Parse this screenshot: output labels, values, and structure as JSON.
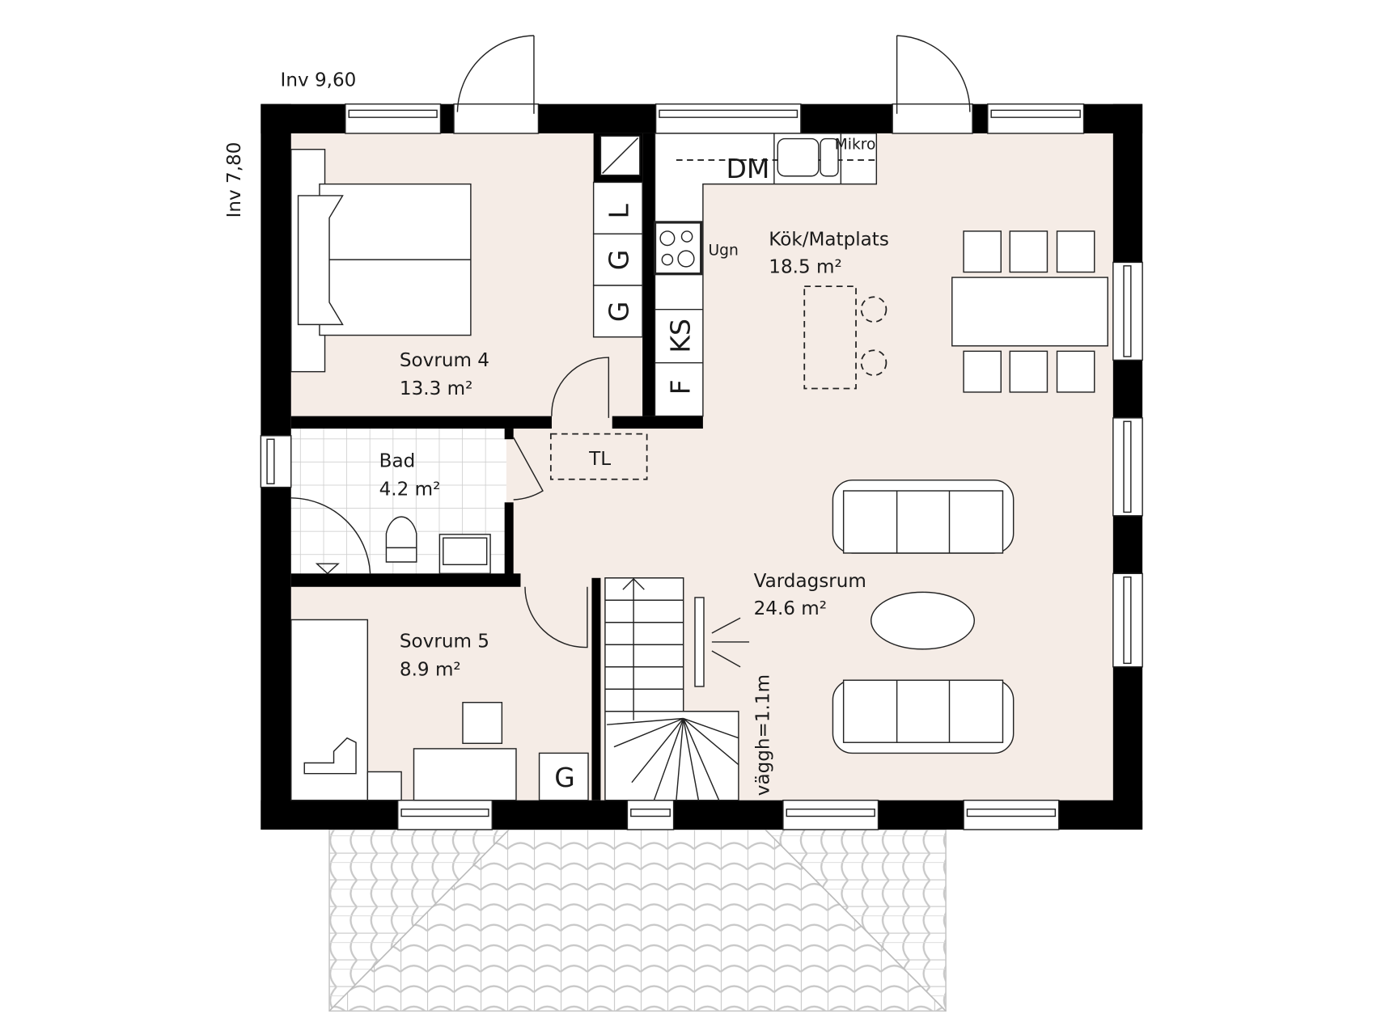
{
  "plan": {
    "levels": {
      "top": "Inv 9,60",
      "left": "Inv 7,80"
    },
    "rooms": [
      {
        "name": "Sovrum 4",
        "area": "13.3 m²"
      },
      {
        "name": "Bad",
        "area": "4.2 m²"
      },
      {
        "name": "Sovrum 5",
        "area": "8.9 m²"
      },
      {
        "name": "Kök/Matplats",
        "area": "18.5 m²"
      },
      {
        "name": "Vardagsrum",
        "area": "24.6 m²"
      }
    ],
    "fixtures": {
      "tl": "TL",
      "dm": "DM",
      "mikro": "Mikro",
      "ugn": "Ugn",
      "cabinet_l": "L",
      "cabinet_g1": "G",
      "cabinet_g2": "G",
      "cabinet_ks": "KS",
      "cabinet_f": "F",
      "cabinet_g3": "G"
    },
    "wall_note": "väggh=1.1m"
  },
  "colors": {
    "room_fill": "#f5ece6",
    "wall": "#000000",
    "roof_tiles": "#c8c8c8"
  }
}
